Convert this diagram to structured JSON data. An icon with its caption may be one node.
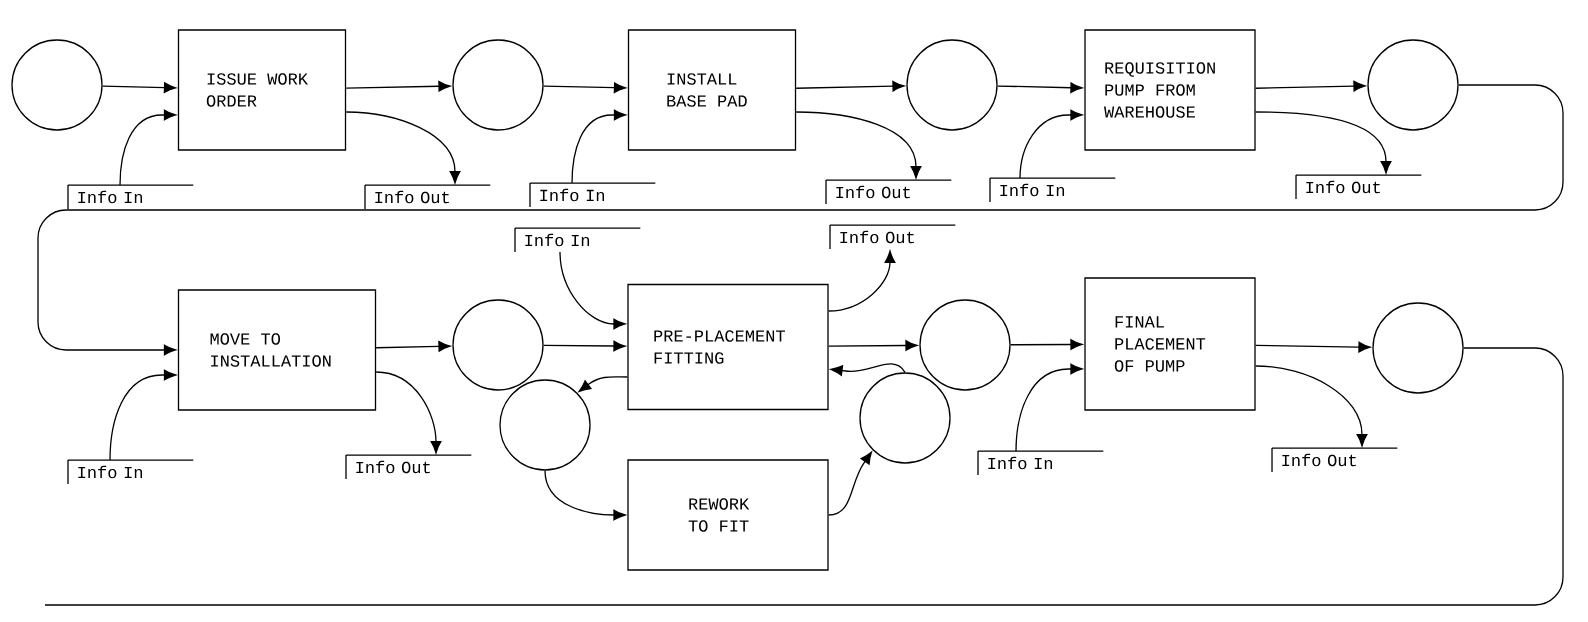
{
  "diagram": {
    "nodes": [
      {
        "text": [],
        "shape": "circle"
      },
      {
        "text": [
          "ISSUE WORK ORDER"
        ]
      },
      {
        "text": [],
        "shape": "circle"
      },
      {
        "text": [
          "INSTALL BASE PAD"
        ]
      },
      {
        "text": [],
        "shape": "circle"
      },
      {
        "text": [
          "REQUISITION PUMP FROM WAREHOUSE"
        ]
      },
      {
        "text": [],
        "shape": "circle"
      },
      {
        "text": [
          "Info In"
        ]
      },
      {
        "text": [
          "Info Out"
        ]
      },
      {
        "text": [
          "Info In"
        ]
      },
      {
        "text": [
          "Info Out"
        ]
      },
      {
        "text": [
          "Info In"
        ]
      },
      {
        "text": [
          "Info Out"
        ]
      },
      {
        "text": [
          "Info In"
        ]
      },
      {
        "text": [
          "Info Out"
        ]
      },
      {
        "text": [
          "MOVE TO INSTALLATION"
        ]
      },
      {
        "text": [],
        "shape": "circle"
      },
      {
        "text": [
          "PRE-PLACEMENT FITTING"
        ]
      },
      {
        "text": [],
        "shape": "circle"
      },
      {
        "text": [
          "FINAL PLACEMENT OF PUMP"
        ]
      },
      {
        "text": [],
        "shape": "circle"
      },
      {
        "text": [],
        "shape": "circle"
      },
      {
        "text": [],
        "shape": "circle"
      },
      {
        "text": [
          "Info In"
        ]
      },
      {
        "text": [
          "Info Out"
        ]
      },
      {
        "text": [
          "REWORK TO FIT"
        ]
      },
      {
        "text": [
          "Info In"
        ]
      },
      {
        "text": [
          "Info Out"
        ]
      }
    ],
    "edges": [
      {
        "from": 0,
        "to": 1,
        "arrow": "to"
      },
      {
        "from": 1,
        "to": 2,
        "arrow": "to"
      },
      {
        "from": 2,
        "to": 3,
        "arrow": "to"
      },
      {
        "from": 3,
        "to": 4,
        "arrow": "to"
      },
      {
        "from": 4,
        "to": 5,
        "arrow": "to"
      },
      {
        "from": 5,
        "to": 6,
        "arrow": "to"
      },
      {
        "from": 6,
        "to": 15,
        "arrow": "to"
      },
      {
        "from": 7,
        "to": 1,
        "arrow": "to"
      },
      {
        "from": 1,
        "to": 8,
        "arrow": "to"
      },
      {
        "from": 9,
        "to": 3,
        "arrow": "to"
      },
      {
        "from": 3,
        "to": 10,
        "arrow": "to"
      },
      {
        "from": 11,
        "to": 5,
        "arrow": "to"
      },
      {
        "from": 5,
        "to": 12,
        "arrow": "to"
      },
      {
        "from": 15,
        "to": 16,
        "arrow": "to"
      },
      {
        "from": 16,
        "to": 17,
        "arrow": "to"
      },
      {
        "from": 17,
        "to": 18,
        "arrow": "to"
      },
      {
        "from": 18,
        "to": 19,
        "arrow": "to"
      },
      {
        "from": 19,
        "to": 20,
        "arrow": "to"
      },
      {
        "from": 20,
        "to": null,
        "arrow": "none"
      },
      {
        "from": 13,
        "to": 17,
        "arrow": "to"
      },
      {
        "from": 17,
        "to": 14,
        "arrow": "to"
      },
      {
        "from": 17,
        "to": 21,
        "arrow": "to"
      },
      {
        "from": 21,
        "to": 25,
        "arrow": "to"
      },
      {
        "from": 25,
        "to": 22,
        "arrow": "to"
      },
      {
        "from": 22,
        "to": 17,
        "arrow": "to"
      },
      {
        "from": 23,
        "to": 15,
        "arrow": "to"
      },
      {
        "from": 15,
        "to": 24,
        "arrow": "to"
      },
      {
        "from": 26,
        "to": 19,
        "arrow": "to"
      },
      {
        "from": 19,
        "to": 27,
        "arrow": "to"
      }
    ]
  }
}
